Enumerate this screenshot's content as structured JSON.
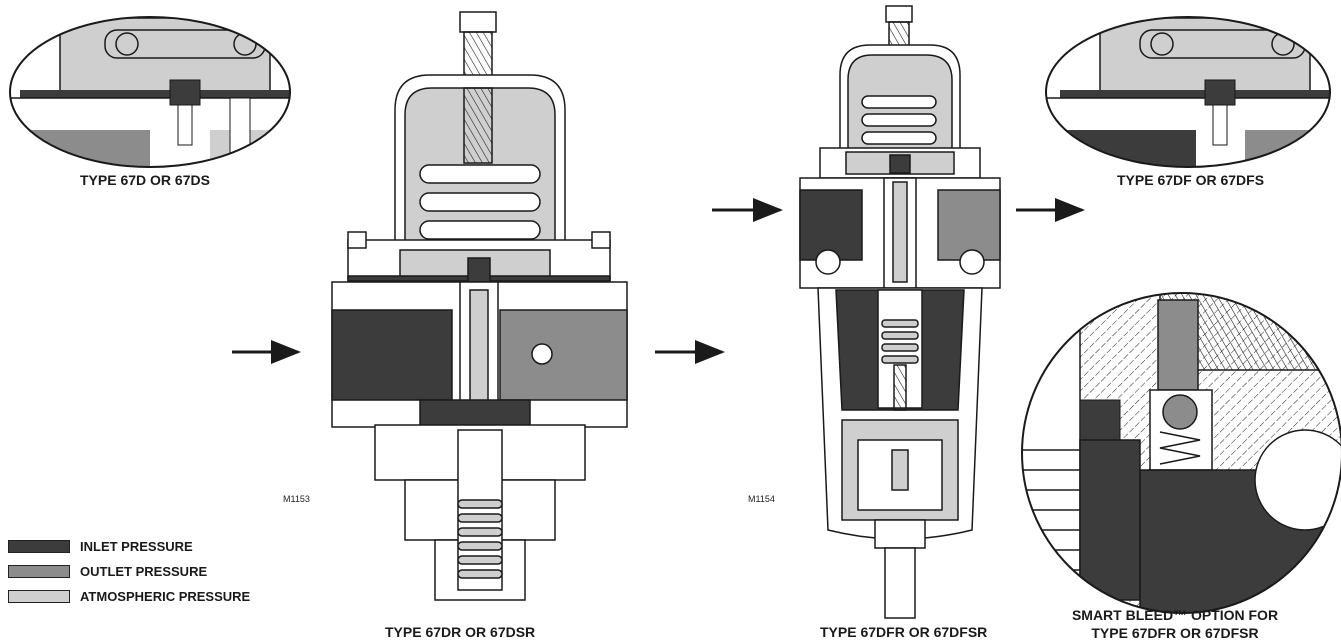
{
  "labels": {
    "type_67d": "TYPE 67D OR 67DS",
    "type_67df": "TYPE 67DF OR 67DFS",
    "type_67dr": "TYPE 67DR OR 67DSR",
    "type_67dfr": "TYPE 67DFR OR 67DFSR",
    "smart_bleed_line1": "SMART BLEED™ OPTION FOR",
    "smart_bleed_line2": "TYPE 67DFR OR 67DFSR"
  },
  "drawing_codes": {
    "left": "M1153",
    "right": "M1154"
  },
  "legend": [
    {
      "label": "INLET PRESSURE",
      "color": "#3c3c3c"
    },
    {
      "label": "OUTLET PRESSURE",
      "color": "#8c8c8c"
    },
    {
      "label": "ATMOSPHERIC PRESSURE",
      "color": "#cfcfcf"
    }
  ],
  "colors": {
    "inlet": "#3c3c3c",
    "outlet": "#8c8c8c",
    "atmospheric": "#cfcfcf",
    "body": "#ffffff",
    "line": "#1a1a1a"
  }
}
